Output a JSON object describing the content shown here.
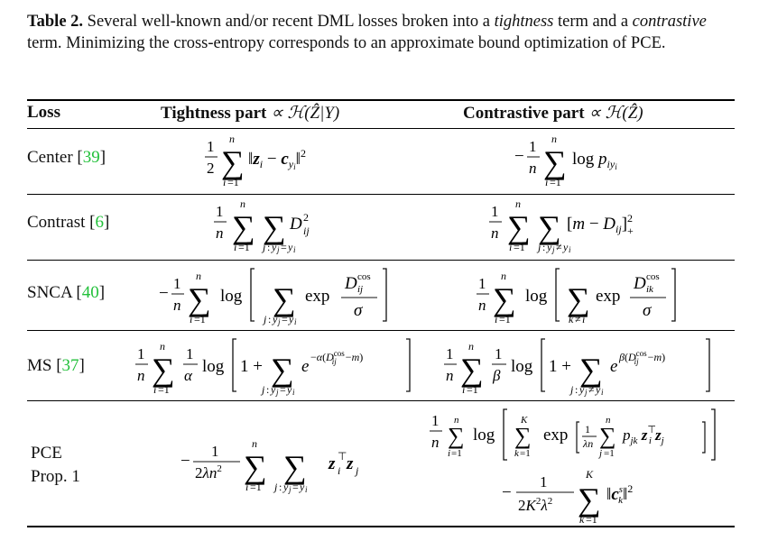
{
  "caption": {
    "table_label": "Table 2.",
    "text_part1": " Several well-known and/or recent DML losses broken into a ",
    "term1": "tightness",
    "text_part2": " term and a ",
    "term2": "contrastive",
    "text_part3": " term. Minimizing the cross-entropy corresponds to an approximate bound optimization of PCE."
  },
  "header": {
    "loss": "Loss",
    "tightness": "Tightness part",
    "tightness_math": "∝ ℋ(Ẑ|Y)",
    "contrastive": "Contrastive part",
    "contrastive_math": "∝ ℋ(Ẑ)"
  },
  "rows": [
    {
      "name": "Center",
      "ref": "39"
    },
    {
      "name": "Contrast",
      "ref": "6"
    },
    {
      "name": "SNCA",
      "ref": "40"
    },
    {
      "name": "MS",
      "ref": "37"
    },
    {
      "name": "PCE",
      "name2": "Prop. 1",
      "ref": ""
    }
  ],
  "colors": {
    "ref": "#22c03a",
    "rule": "#000000"
  }
}
